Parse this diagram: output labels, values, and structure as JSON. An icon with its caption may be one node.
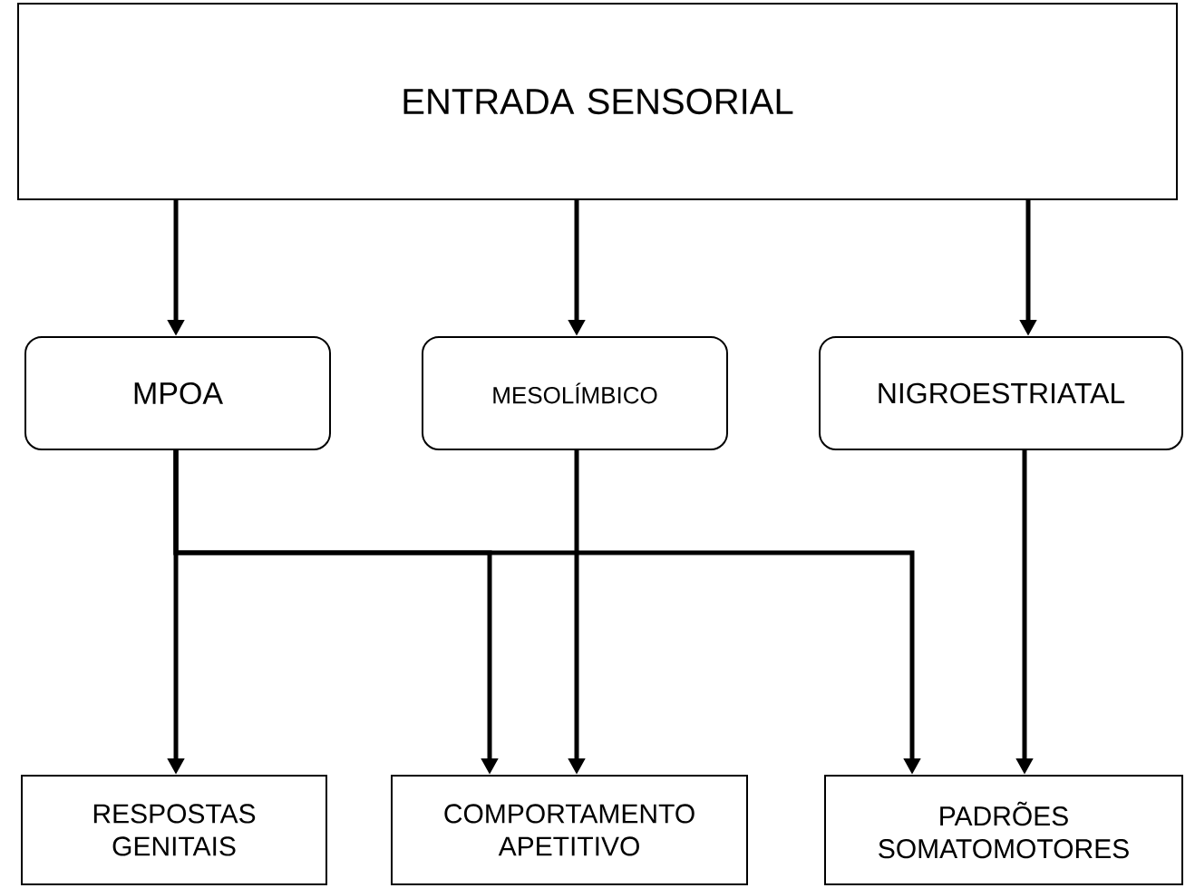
{
  "diagram": {
    "nodes": [
      {
        "text": [
          "ENTRADA SENSORIAL"
        ]
      },
      {
        "text": [
          "MPOA"
        ]
      },
      {
        "text": [
          "MESOLÍMBICO"
        ]
      },
      {
        "text": [
          "NIGROESTRIATAL"
        ]
      },
      {
        "text": [
          "RESPOSTAS GENITAIS"
        ]
      },
      {
        "text": [
          "COMPORTAMENTO APETITIVO"
        ]
      },
      {
        "text": [
          "PADRÕES SOMATOMOTORES"
        ]
      }
    ],
    "edges": [
      {
        "from": 0,
        "to": 1,
        "arrow": "to"
      },
      {
        "from": 0,
        "to": 2,
        "arrow": "to"
      },
      {
        "from": 0,
        "to": 3,
        "arrow": "to"
      },
      {
        "from": 1,
        "to": 4,
        "arrow": "to"
      },
      {
        "from": 1,
        "to": 5,
        "arrow": "to"
      },
      {
        "from": 1,
        "to": 6,
        "arrow": "to"
      },
      {
        "from": 2,
        "to": 5,
        "arrow": "to"
      },
      {
        "from": 3,
        "to": 6,
        "arrow": "to"
      }
    ]
  }
}
